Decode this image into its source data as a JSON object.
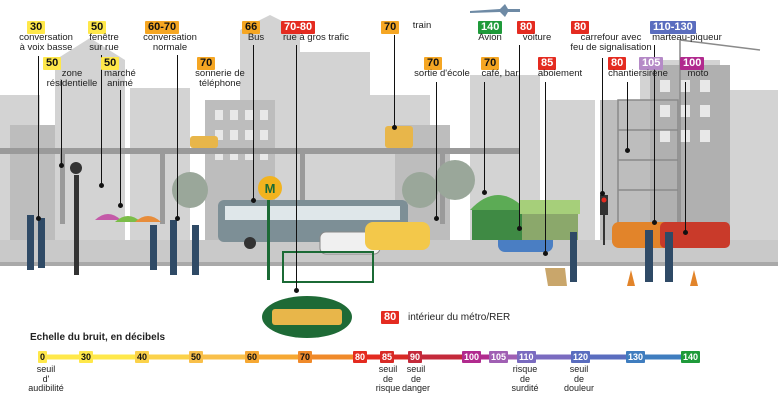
{
  "scene_badges": [
    {
      "id": "voix-basse",
      "value": "30",
      "label": "conversation\nà voix basse",
      "color": "y"
    },
    {
      "id": "zone-res",
      "value": "50",
      "label": "zone\nrésidentielle",
      "color": "y"
    },
    {
      "id": "fenetre",
      "value": "50",
      "label": "fenêtre\nsur rue",
      "color": "y"
    },
    {
      "id": "marche",
      "value": "50",
      "label": "marché\nanimé",
      "color": "y"
    },
    {
      "id": "conv-normale",
      "value": "60-70",
      "label": "conversation\nnormale",
      "color": "o"
    },
    {
      "id": "telephone",
      "value": "70",
      "label": "sonnerie de\ntéléphone",
      "color": "o"
    },
    {
      "id": "bus",
      "value": "66",
      "label": "Bus",
      "color": "o"
    },
    {
      "id": "trafic",
      "value": "70-80",
      "label": "rue à gros trafic",
      "color": "r"
    },
    {
      "id": "train",
      "value": "70",
      "label": "train",
      "color": "o"
    },
    {
      "id": "ecole",
      "value": "70",
      "label": "sortie d'école",
      "color": "o"
    },
    {
      "id": "cafe",
      "value": "70",
      "label": "café, bar",
      "color": "o"
    },
    {
      "id": "avion",
      "value": "140",
      "label": "Avion",
      "color": "g"
    },
    {
      "id": "voiture",
      "value": "80",
      "label": "voiture",
      "color": "r"
    },
    {
      "id": "aboiement",
      "value": "85",
      "label": "aboiement",
      "color": "r"
    },
    {
      "id": "carrefour",
      "value": "80",
      "label": "carrefour avec\nfeu de signalisation",
      "color": "r"
    },
    {
      "id": "chantier",
      "value": "80",
      "label": "chantier",
      "color": "r"
    },
    {
      "id": "marteau",
      "value": "110-130",
      "label": "marteau-piqueur",
      "color": "b"
    },
    {
      "id": "sirene",
      "value": "105",
      "label": "sirène",
      "color": "lp"
    },
    {
      "id": "moto",
      "value": "100",
      "label": "moto",
      "color": "p"
    }
  ],
  "metro": {
    "value": "80",
    "label": "intérieur du métro/RER",
    "sign": "M"
  },
  "scale": {
    "title": "Echelle du bruit, en décibels",
    "ticks": [
      {
        "value": "0",
        "note": "seuil\nd'\naudibilité",
        "color": "#ffe84a"
      },
      {
        "value": "30",
        "note": "",
        "color": "#ffe84a"
      },
      {
        "value": "40",
        "note": "",
        "color": "#fbd24a"
      },
      {
        "value": "50",
        "note": "",
        "color": "#f9c04a"
      },
      {
        "value": "60",
        "note": "",
        "color": "#f6a833"
      },
      {
        "value": "70",
        "note": "",
        "color": "#f08a2a"
      },
      {
        "value": "80",
        "note": "",
        "color": "#e42b20"
      },
      {
        "value": "85",
        "note": "seuil\nde\nrisque",
        "color": "#d82a25"
      },
      {
        "value": "90",
        "note": "seuil\nde\ndanger",
        "color": "#c42a3b"
      },
      {
        "value": "100",
        "note": "",
        "color": "#b12a8e"
      },
      {
        "value": "105",
        "note": "",
        "color": "#a05fb3"
      },
      {
        "value": "110",
        "note": "risque\nde\nsurdité",
        "color": "#7a6bc0"
      },
      {
        "value": "120",
        "note": "seuil\nde\ndouleur",
        "color": "#5a6dbf"
      },
      {
        "value": "130",
        "note": "",
        "color": "#3f7dbf"
      },
      {
        "value": "140",
        "note": "",
        "color": "#1f9a3a"
      }
    ]
  },
  "colors": {
    "sky": "#ffffff",
    "building": "#bdbdbd",
    "road": "#c9c9c9",
    "accent": "#f5a623"
  }
}
